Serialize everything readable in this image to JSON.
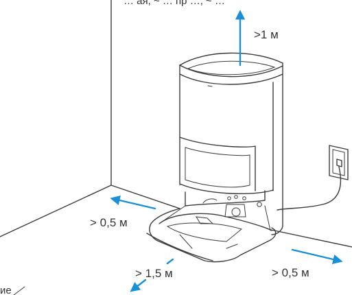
{
  "diagram": {
    "top_caption": "… ая, ~ … пр …, ~ …",
    "label_top": ">1 м",
    "label_left": "> 0,5 м",
    "label_front": "> 1,5 м",
    "label_right": "> 0,5 м",
    "corner_text": "ие",
    "arrow_color": "#1a8fd6"
  }
}
